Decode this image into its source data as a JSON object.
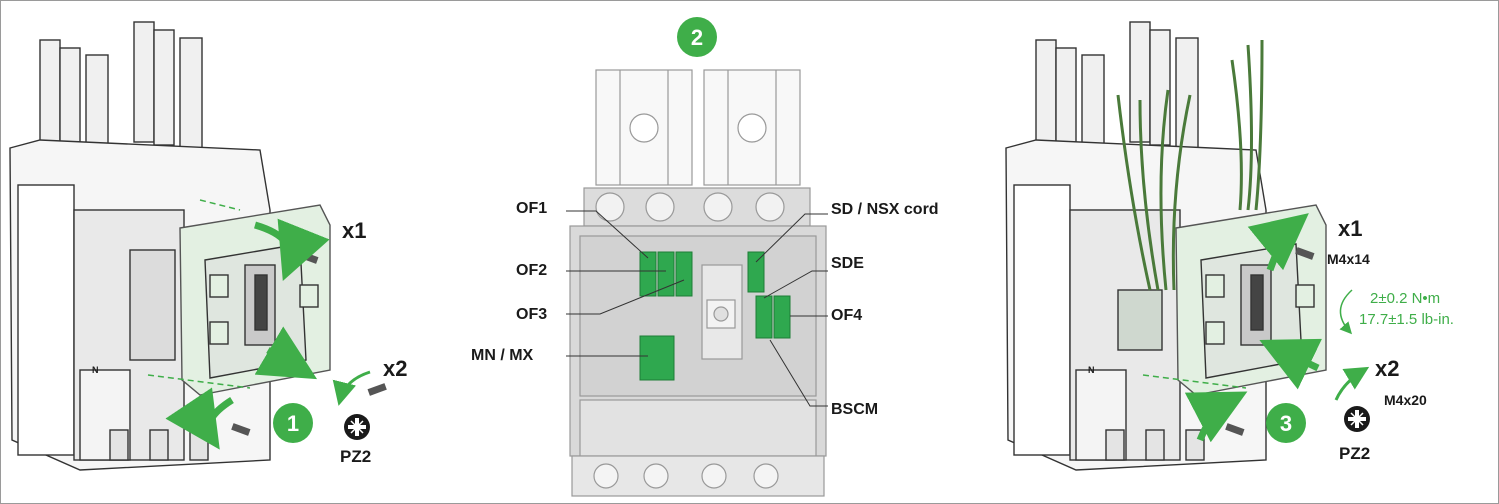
{
  "steps": {
    "step1": "1",
    "step2": "2",
    "step3": "3"
  },
  "left_panel": {
    "qty_top": "x1",
    "qty_bottom": "x2",
    "tool": "PZ2",
    "neutral_mark": "N"
  },
  "center_panel": {
    "labels": {
      "of1": "OF1",
      "of2": "OF2",
      "of3": "OF3",
      "mn_mx": "MN / MX",
      "sd_nsx": "SD / NSX cord",
      "sde": "SDE",
      "of4": "OF4",
      "bscm": "BSCM"
    }
  },
  "right_panel": {
    "qty_top": "x1",
    "screw_top": "M4x14",
    "torque_nm": "2±0.2 N•m",
    "torque_lbin": "17.7±1.5  lb-in.",
    "qty_bottom": "x2",
    "screw_bottom": "M4x20",
    "tool": "PZ2",
    "neutral_mark": "N"
  },
  "colors": {
    "accent_green": "#3fae49",
    "module_green": "#2fa84f",
    "light_green": "#e3f0e2"
  }
}
